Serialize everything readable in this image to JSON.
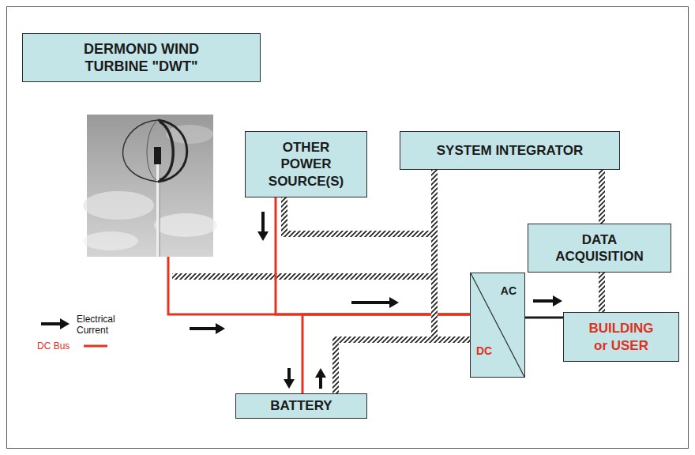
{
  "diagram": {
    "nodes": [
      {
        "text": [
          "DERMOND WIND TURBINE \"DWT\""
        ]
      },
      {
        "text": [
          "OTHER POWER SOURCE(S)"
        ]
      },
      {
        "text": [
          "SYSTEM INTEGRATOR"
        ]
      },
      {
        "text": [
          "DATA ACQUISITION"
        ]
      },
      {
        "text": [
          "AC",
          "DC"
        ]
      },
      {
        "text": [
          "BUILDING or USER"
        ]
      },
      {
        "text": [
          "BATTERY"
        ]
      }
    ],
    "edges": [
      {
        "from": 1,
        "to": 4,
        "arrow": "none"
      },
      {
        "from": 6,
        "to": 4,
        "arrow": "none"
      },
      {
        "from": 4,
        "to": 5,
        "arrow": "none"
      },
      {
        "from": 2,
        "to": 1,
        "arrow": "none"
      },
      {
        "from": 2,
        "to": 4,
        "arrow": "none"
      },
      {
        "from": 2,
        "to": 6,
        "arrow": "none"
      },
      {
        "from": 2,
        "to": 3,
        "arrow": "none"
      },
      {
        "from": 3,
        "to": 5,
        "arrow": "none"
      }
    ],
    "legend": [
      {
        "text": "Electrical Current"
      },
      {
        "text": "DC Bus"
      }
    ]
  }
}
